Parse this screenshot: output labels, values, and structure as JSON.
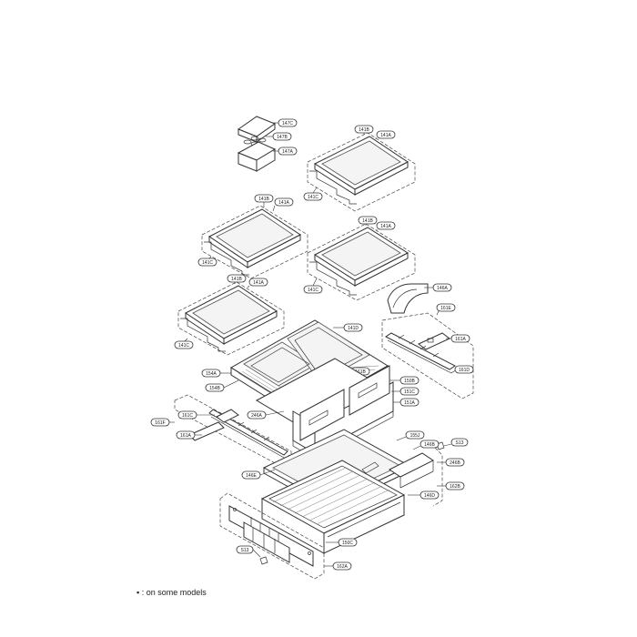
{
  "labels": {
    "l_147c": "147C",
    "l_147b": "147B",
    "l_147a": "147A",
    "l_141b_1": "141B",
    "l_141a_1": "141A",
    "l_141c_1": "141C",
    "l_141b_2": "141B",
    "l_141a_2": "141A",
    "l_141c_2": "141C",
    "l_141b_3": "141B",
    "l_141a_3": "141A",
    "l_141c_3": "141C",
    "l_146a": "146A",
    "l_141b_4": "141B",
    "l_141a_4": "141A",
    "l_141c_4": "141C",
    "l_161e": "161E",
    "l_161a_r": "161A",
    "l_161d": "161D",
    "l_141d": "141D",
    "l_154a": "154A",
    "l_154b": "154B",
    "l_161b": "161B",
    "l_150b": "150B",
    "l_151c": "151C",
    "l_151a": "151A",
    "l_246a": "246A",
    "l_161f": "161F",
    "l_161c": "161C",
    "l_161a_l": "161A",
    "l_155j": "155J",
    "l_146b": "146B",
    "l_s13_r": "S13",
    "l_246b": "246B",
    "l_146e": "146E",
    "l_146d": "146D",
    "l_162b": "162B",
    "l_150c": "150C",
    "l_s13_l": "S13",
    "l_162a": "162A"
  },
  "footnote": "▪ : on some models"
}
